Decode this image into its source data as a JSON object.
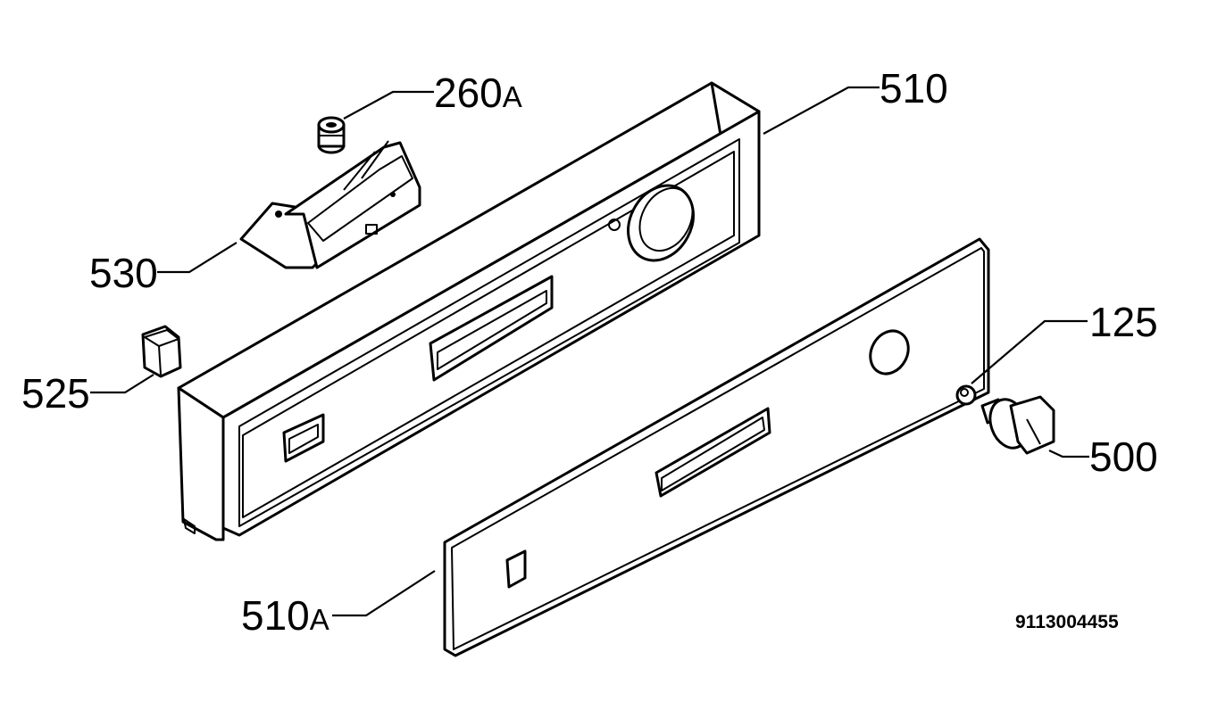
{
  "diagram": {
    "labels": {
      "l260a": {
        "num": "260",
        "suffix": "A"
      },
      "l510": {
        "num": "510",
        "suffix": ""
      },
      "l530": {
        "num": "530",
        "suffix": ""
      },
      "l525": {
        "num": "525",
        "suffix": ""
      },
      "l125": {
        "num": "125",
        "suffix": ""
      },
      "l500": {
        "num": "500",
        "suffix": ""
      },
      "l510a": {
        "num": "510",
        "suffix": "A"
      }
    },
    "drawing_code": "9113004455"
  }
}
